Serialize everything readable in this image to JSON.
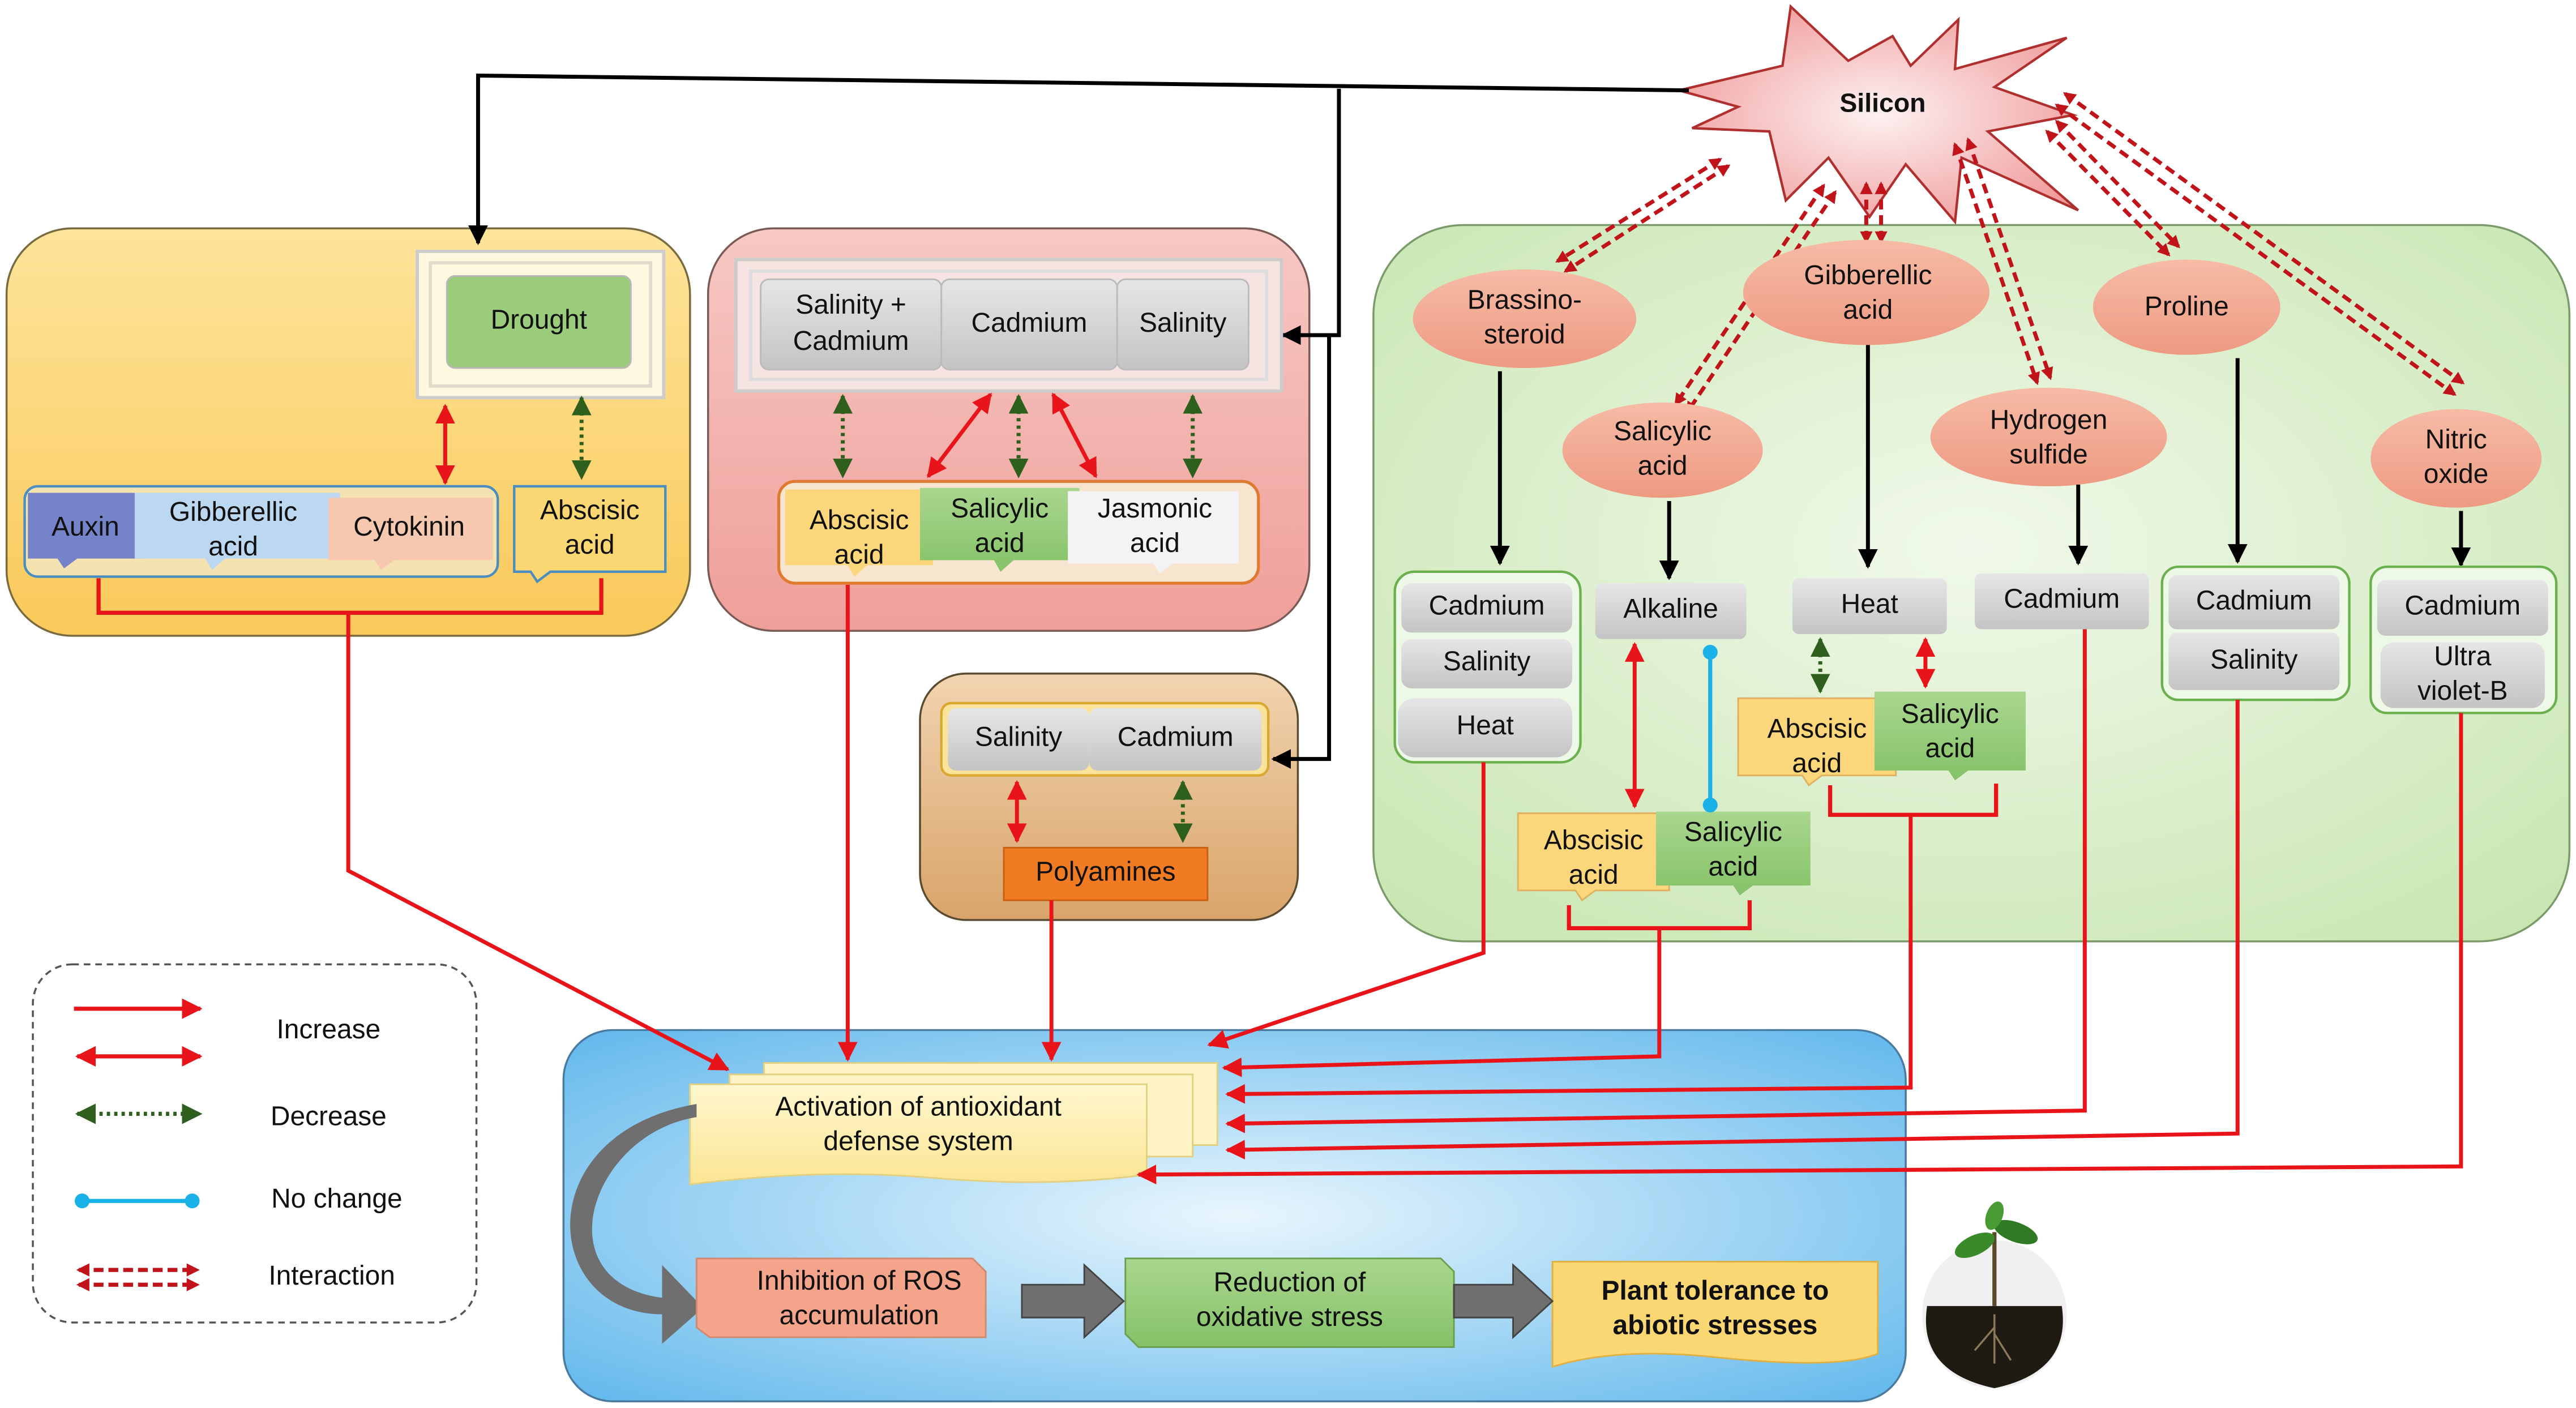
{
  "silicon": "Silicon",
  "drought_panel": {
    "stress": "Drought",
    "hormones": [
      "Auxin",
      "Gibberellic\nacid",
      "Cytokinin"
    ],
    "aba": "Abscisic\nacid"
  },
  "salinity_panel": {
    "stresses": [
      "Salinity +\nCadmium",
      "Cadmium",
      "Salinity"
    ],
    "hormones": [
      "Abscisic\nacid",
      "Salicylic\nacid",
      "Jasmonic\nacid"
    ]
  },
  "polyamine_panel": {
    "stresses": [
      "Salinity",
      "Cadmium"
    ],
    "result": "Polyamines"
  },
  "green_panel": {
    "signals": {
      "brassinosteroid": "Brassino-\nsteroid",
      "gibberellic": "Gibberellic\nacid",
      "proline": "Proline",
      "salicylic": "Salicylic\nacid",
      "hydrogen_sulfide": "Hydrogen\nsulfide",
      "nitric_oxide": "Nitric\noxide"
    },
    "brassino_stresses": [
      "Cadmium",
      "Salinity",
      "Heat"
    ],
    "salicylic_stress": "Alkaline",
    "alkaline_hormones": [
      "Abscisic\nacid",
      "Salicylic\nacid"
    ],
    "gibberellic_stress": "Heat",
    "heat_hormones": [
      "Abscisic\nacid",
      "Salicylic\nacid"
    ],
    "h2s_stress": "Cadmium",
    "proline_stresses": [
      "Cadmium",
      "Salinity"
    ],
    "no_stresses": [
      "Cadmium",
      "Ultra\nviolet-B"
    ]
  },
  "outcomes": {
    "activation": "Activation of antioxidant\ndefense system",
    "inhibition": "Inhibition of ROS\naccumulation",
    "reduction": "Reduction of\noxidative stress",
    "tolerance": "Plant tolerance to\nabiotic stresses"
  },
  "legend": [
    "Increase",
    "Decrease",
    "No change",
    "Interaction"
  ],
  "colors": {
    "increase": "#e8141a",
    "decrease": "#2f5f1c",
    "no_change": "#1ab0e8",
    "interaction": "#c0141a",
    "panel_yellow": "#fbd774",
    "panel_pink": "#f1a9a6",
    "panel_brown": "#d9ab78",
    "panel_green": "#d6ecc3",
    "panel_blue": "#7cc4ee"
  }
}
